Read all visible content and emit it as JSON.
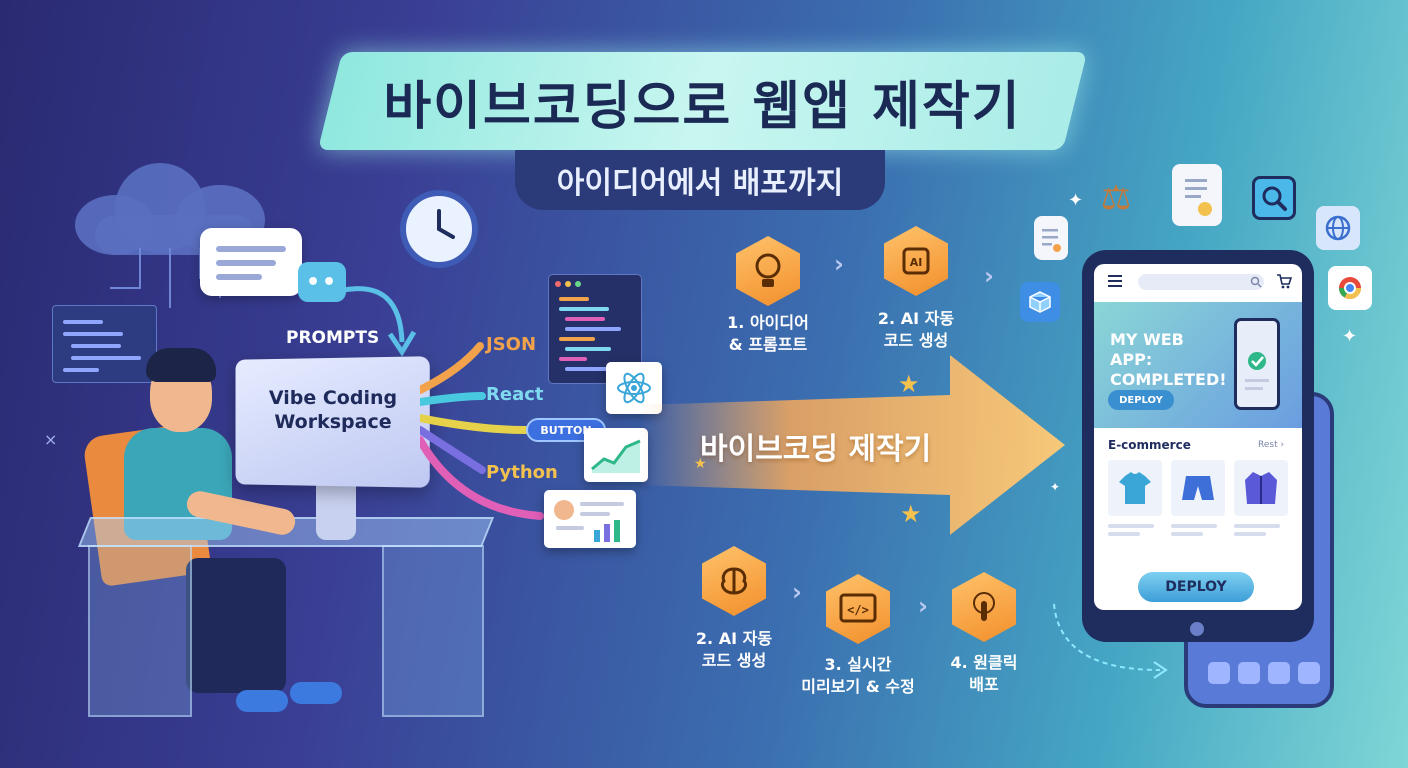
{
  "title": "바이브코딩으로 웹앱 제작기",
  "subtitle": "아이디어에서 배포까지",
  "prompts_label": "PROMPTS",
  "workspace_label": "Vibe Coding\nWorkspace",
  "tech_labels": [
    "JSON",
    "React",
    "Python"
  ],
  "button_label": "BUTTON",
  "arrow_label": "바이브코딩 제작기",
  "steps_top": [
    {
      "label": "1. 아이디어\n& 프롬프트",
      "icon": "lightbulb-icon"
    },
    {
      "label": "2. AI 자동\n코드 생성",
      "icon": "ai-chip-icon"
    }
  ],
  "steps_bottom": [
    {
      "label": "2. AI 자동\n코드 생성",
      "icon": "brain-icon"
    },
    {
      "label": "3. 실시간\n미리보기 & 수정",
      "icon": "code-window-icon"
    },
    {
      "label": "4. 원클릭\n배포",
      "icon": "tap-icon"
    }
  ],
  "phone": {
    "hero_title": "MY WEB APP:\nCOMPLETED!",
    "hero_button": "DEPLOY",
    "section_title": "E-commerce",
    "section_link": "Rest",
    "deploy_button": "DEPLOY"
  },
  "colors": {
    "accent_orange": "#f28f2c",
    "title_bg": "#a9ece8",
    "json": "#f2a24a",
    "react": "#48c9e0",
    "button": "#e6d24a",
    "python": "#f2c14e"
  }
}
